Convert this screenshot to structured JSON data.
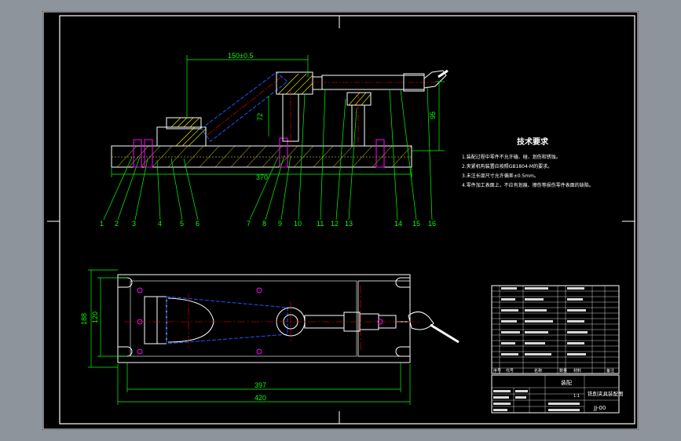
{
  "colors": {
    "background_gray": "#8e949b",
    "sheet": "#000000",
    "outline": "#ffffff",
    "dimension": "#00ff00",
    "section_hatch": "#ffff00",
    "center_line": "#ff0000",
    "body_blue": "#2255ff",
    "bolt_magenta": "#ff00ff"
  },
  "front_view": {
    "dim_top": "150±0.5",
    "dim_height": "72",
    "dim_right": "95",
    "dim_bottom": "370"
  },
  "balloons": [
    "1",
    "2",
    "3",
    "4",
    "5",
    "6",
    "7",
    "8",
    "9",
    "10",
    "11",
    "12",
    "13",
    "14",
    "15",
    "16"
  ],
  "tech_requirements": {
    "title": "技术要求",
    "items": [
      "1.装配过程中零件不允许磕、碰、划伤和锈蚀。",
      "2.夹紧机构装置应按照GB1804-M的要求。",
      "3.未注长度尺寸允许偏差±0.5mm。",
      "4.零件加工表面上，不应有划痕、擦伤等损伤零件表面的缺陷。"
    ]
  },
  "plan_view": {
    "dim_width_inner": "397",
    "dim_width_outer": "420",
    "dim_height_outer": "188",
    "dim_height_inner": "120"
  },
  "title_block": {
    "header_seq": "序号",
    "header_code": "代号",
    "header_name": "名称",
    "header_qty": "数量",
    "header_material": "材料",
    "header_remark": "备注",
    "assembly_label": "装配",
    "drawing_title": "铣削夹具装配图",
    "drawing_number": "JJ-00",
    "scale_label": "1:1"
  }
}
